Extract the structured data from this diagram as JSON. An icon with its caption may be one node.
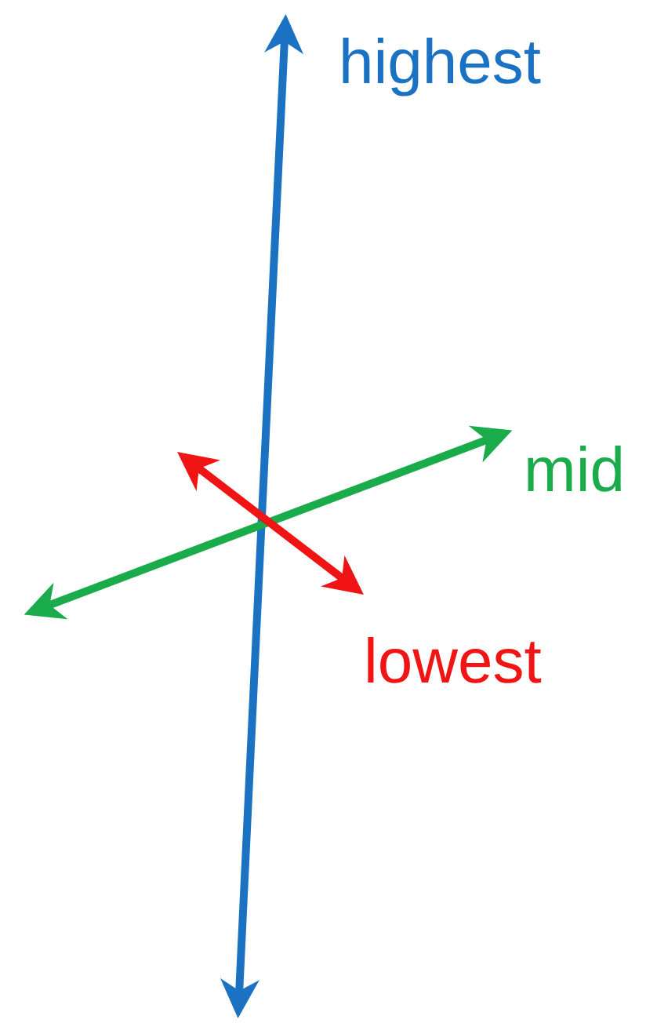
{
  "diagram": {
    "labels": [
      "highest",
      "mid",
      "lowest"
    ]
  }
}
